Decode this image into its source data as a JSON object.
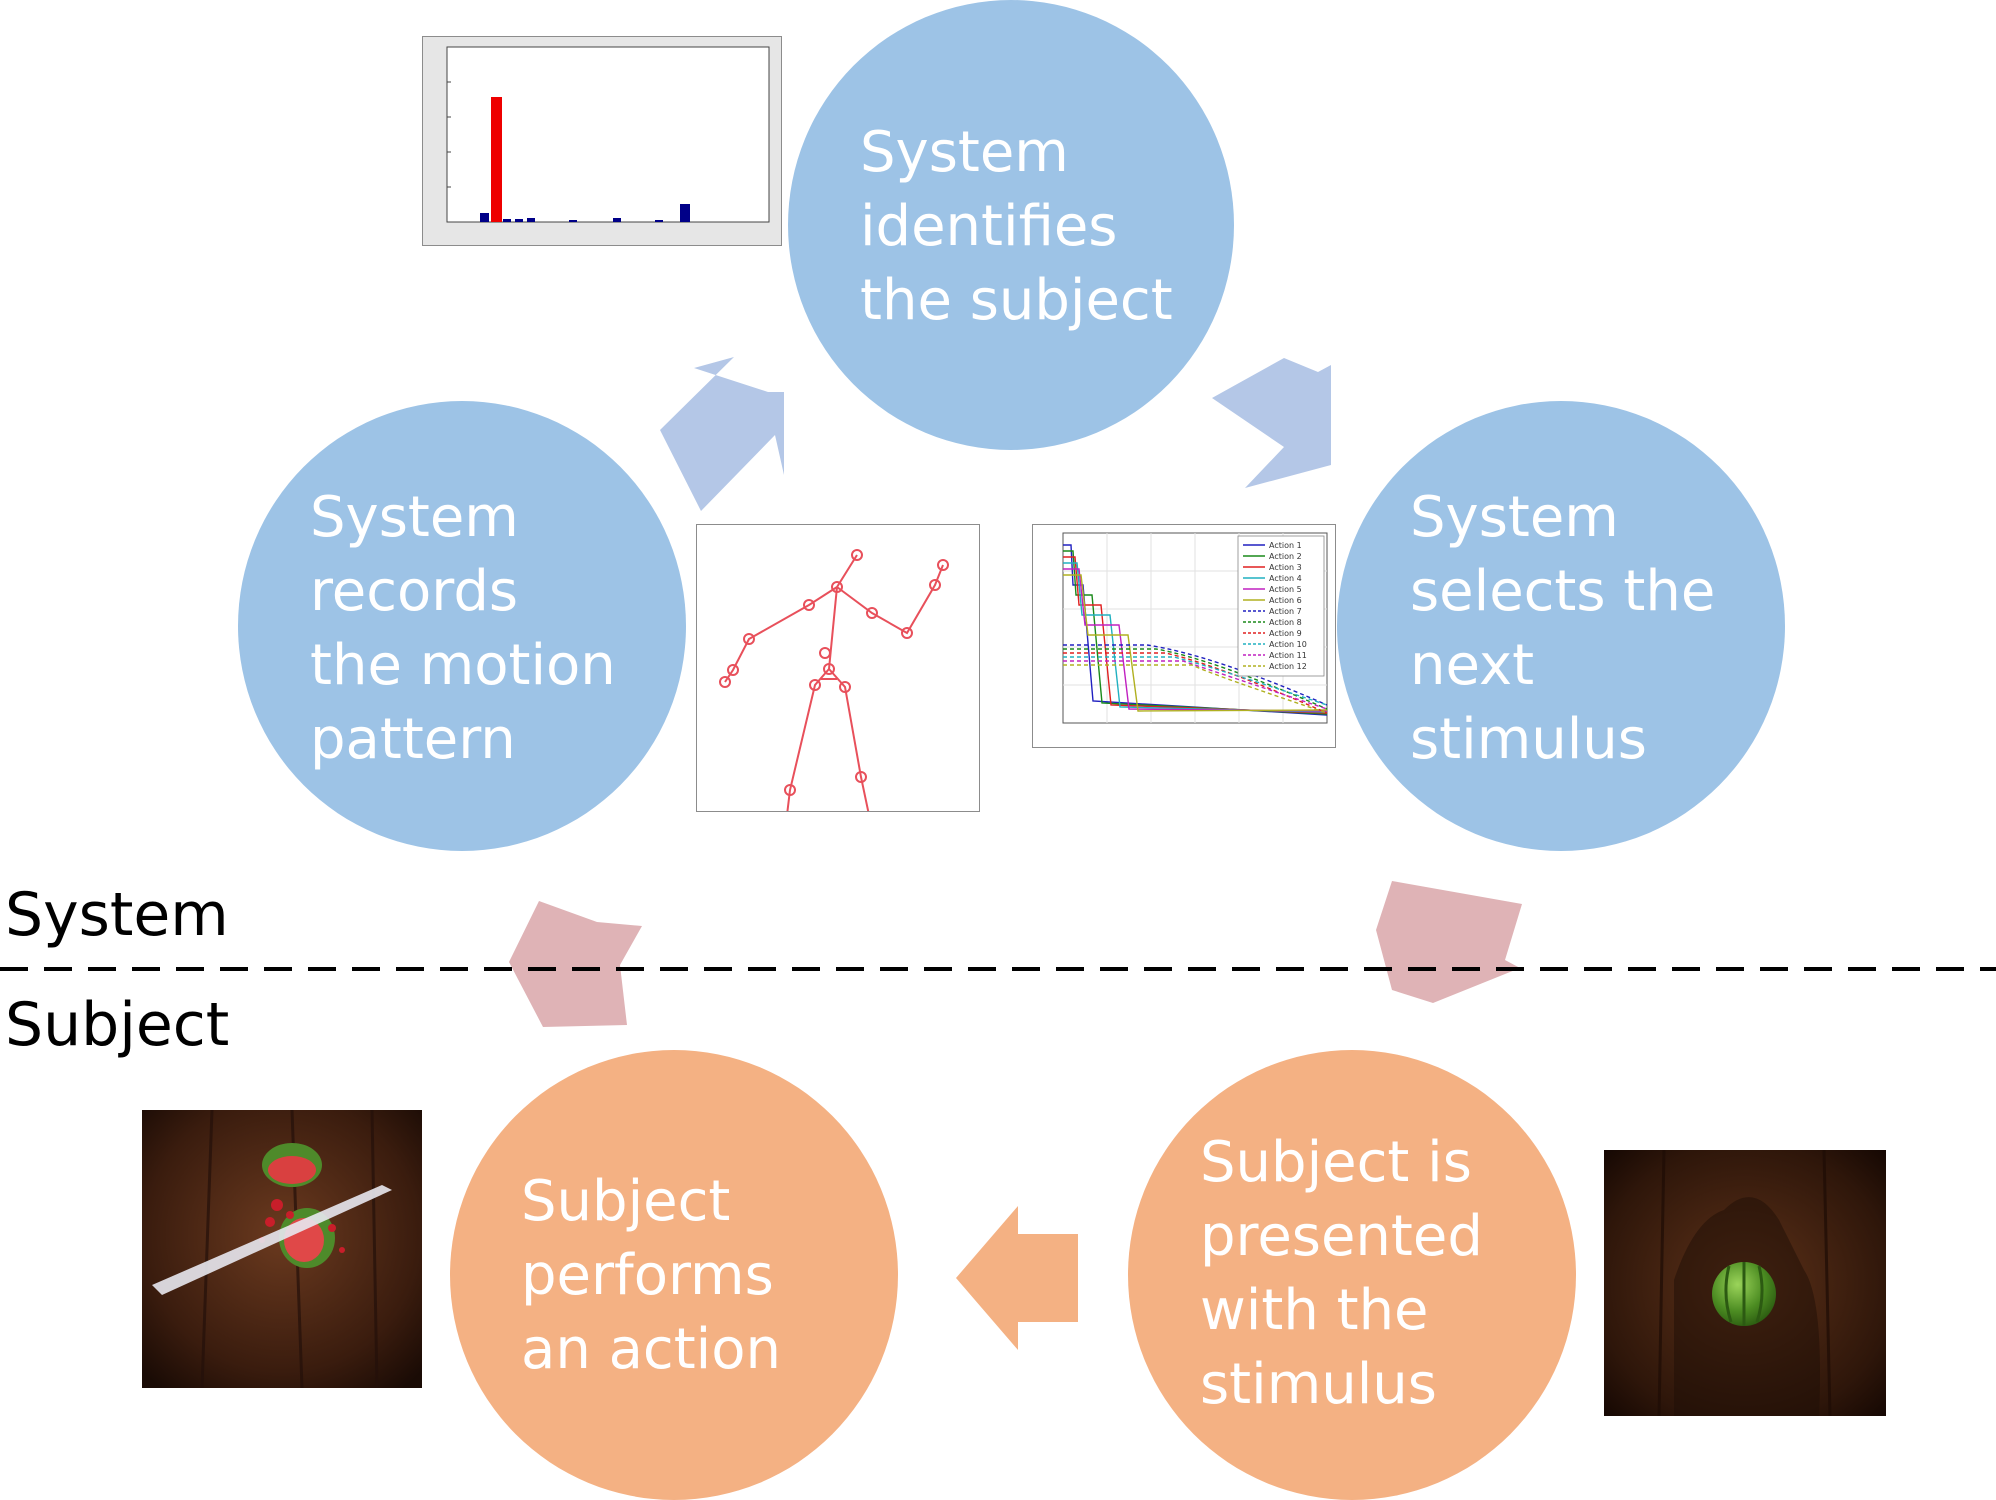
{
  "zones": {
    "system": "System",
    "subject": "Subject"
  },
  "nodes": {
    "identifies": [
      "System",
      "identifies",
      "the subject"
    ],
    "records": [
      "System",
      "records",
      "the motion",
      "pattern"
    ],
    "selects": [
      "System",
      "selects the",
      "next",
      "stimulus"
    ],
    "presented": [
      "Subject is",
      "presented",
      "with the",
      "stimulus"
    ],
    "performs": [
      "Subject",
      "performs",
      "an action"
    ]
  },
  "colors": {
    "system_circle": "#9dc3e6",
    "subject_circle": "#f4b183",
    "system_arrow": "#b4c7e7",
    "crossing_arrow": "#dfb3b6",
    "subject_arrow": "#f4b183",
    "divider": "#000000"
  },
  "plot_legend": [
    "Action 1",
    "Action 2",
    "Action 3",
    "Action 4",
    "Action 5",
    "Action 6",
    "Action 7",
    "Action 8",
    "Action 9",
    "Action 10",
    "Action 11",
    "Action 12"
  ]
}
